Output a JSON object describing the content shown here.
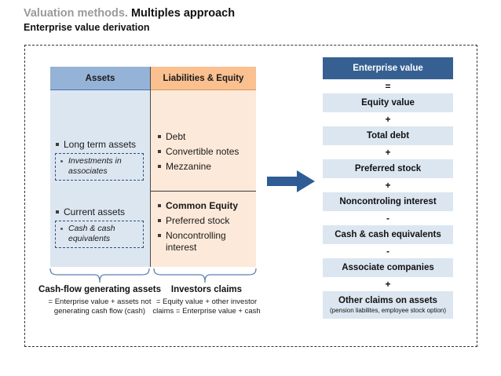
{
  "title": {
    "prefix": "Valuation methods.",
    "main": "Multiples approach",
    "subtitle": "Enterprise value derivation"
  },
  "colors": {
    "assets_header": "#95B3D7",
    "assets_body": "#DCE6F1",
    "liabilities_header": "#FAC090",
    "liabilities_body": "#FDE9D9",
    "ev_header": "#366092",
    "ev_box": "#DCE6F1",
    "arrow": "#2F5C95",
    "brace": "#5b7fae"
  },
  "balance_sheet": {
    "assets": {
      "header": "Assets",
      "groups": [
        {
          "label": "Long term assets",
          "sub": "Investments in associates"
        },
        {
          "label": "Current assets",
          "sub": "Cash & cash equivalents"
        }
      ]
    },
    "liabilities": {
      "header": "Liabilities & Equity",
      "group_1": [
        {
          "label": "Debt",
          "bold": false
        },
        {
          "label": "Convertible notes",
          "bold": false
        },
        {
          "label": "Mezzanine",
          "bold": false
        }
      ],
      "group_2": [
        {
          "label": "Common Equity",
          "bold": true
        },
        {
          "label": "Preferred stock",
          "bold": false
        },
        {
          "label": "Noncontrolling interest",
          "bold": false
        }
      ]
    }
  },
  "captions": {
    "left": {
      "title": "Cash-flow generating assets",
      "sub": "= Enterprise value + assets not generating cash flow (cash)"
    },
    "right": {
      "title": "Investors claims",
      "sub": "= Equity value + other investor claims = Enterprise value + cash"
    }
  },
  "arrow": {
    "icon": "right-arrow-icon"
  },
  "ev_stack": {
    "header": "Enterprise value",
    "rows": [
      {
        "op": "=",
        "label": "Equity value",
        "note": ""
      },
      {
        "op": "+",
        "label": "Total debt",
        "note": ""
      },
      {
        "op": "+",
        "label": "Preferred stock",
        "note": ""
      },
      {
        "op": "+",
        "label": "Noncontroling interest",
        "note": ""
      },
      {
        "op": "-",
        "label": "Cash & cash equivalents",
        "note": ""
      },
      {
        "op": "-",
        "label": "Associate companies",
        "note": ""
      },
      {
        "op": "+",
        "label": "Other claims on assets",
        "note": "(pension liabilites, employee stock option)"
      }
    ]
  }
}
